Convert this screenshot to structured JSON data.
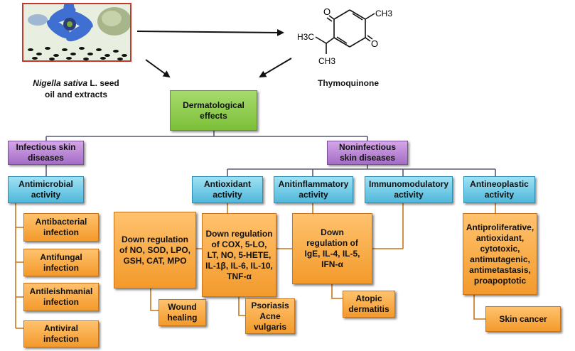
{
  "source": {
    "label_italic": "Nigella sativa",
    "label_rest": " L. seed",
    "label_line2": "oil and extracts"
  },
  "compound": {
    "label": "Thymoquinone",
    "atoms": {
      "o_top": "O",
      "o_bottom": "O",
      "methyl": "CH3",
      "ipr_left": "H3C",
      "ipr_bottom": "CH3"
    }
  },
  "root": {
    "label": "Dermatological effects"
  },
  "categories": {
    "infectious": {
      "label": "Infectious skin diseases"
    },
    "noninfectious": {
      "label": "Noninfectious skin diseases"
    }
  },
  "activities": {
    "antimicrobial": {
      "label": "Antimicrobial activity"
    },
    "antioxidant": {
      "label": "Antioxidant activity"
    },
    "antiinflammatory": {
      "label": "Anitinflammatory activity"
    },
    "immunomodulatory": {
      "label": "Immunomodulatory activity"
    },
    "antineoplastic": {
      "label": "Antineoplastic activity"
    }
  },
  "antimicrobial_items": [
    "Antibacterial infection",
    "Antifungal infection",
    "Antileishmanial infection",
    "Antiviral infection"
  ],
  "effects": {
    "antioxidant": "Down regulation of NO, SOD, LPO, GSH, CAT, MPO",
    "antiinflammatory": "Down regulation of COX, 5-LO, LT, NO, 5-HETE, IL-1β, IL-6, IL-10, TNF-α",
    "immunomodulatory": "Down regulation of IgE, IL-4, IL-5, IFN-α",
    "antineoplastic": "Antiproliferative, antioxidant, cytotoxic, antimutagenic, antimetastasis, proapoptotic"
  },
  "outcomes": {
    "wound": "Wound healing",
    "psoriasis": "Psoriasis Acne vulgaris",
    "atopic": "Atopic dermatitis",
    "cancer": "Skin cancer"
  },
  "colors": {
    "root": "#8cc63f",
    "category": "#b47ed4",
    "activity": "#5bc0de",
    "effect": "#f7a23b",
    "frame": "#c0392b"
  }
}
